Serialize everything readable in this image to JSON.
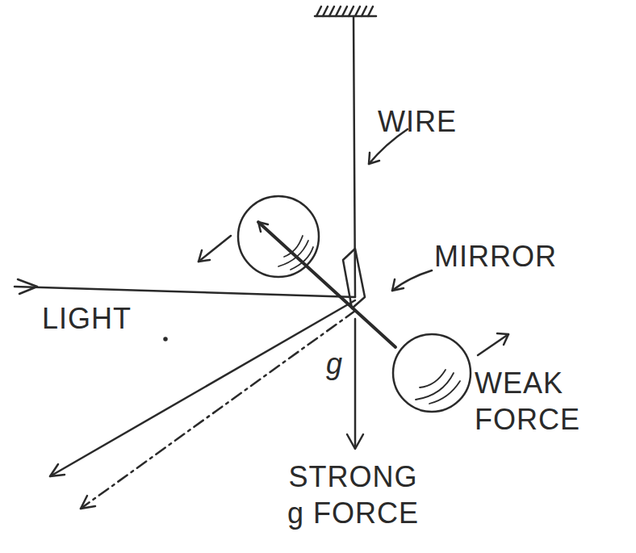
{
  "diagram": {
    "labels": [
      "WIRE",
      "MIRROR",
      "LIGHT",
      "WEAK FORCE",
      "g",
      "STRONG g FORCE"
    ]
  }
}
